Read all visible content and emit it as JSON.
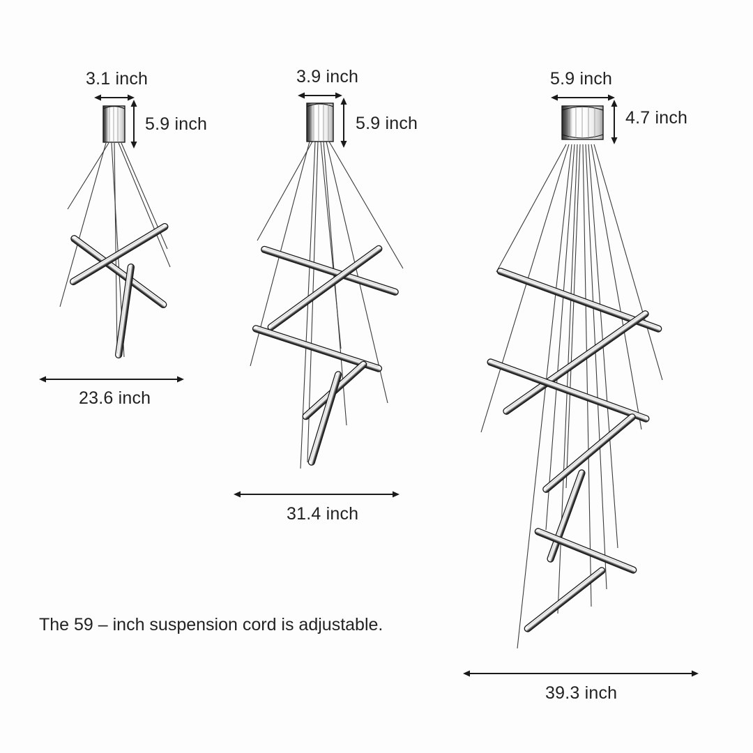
{
  "page": {
    "background_color": "#fdfdfd",
    "line_color": "#1a1a1a",
    "text_color": "#222222",
    "caption": "The 59 – inch suspension cord is adjustable."
  },
  "fixtures": [
    {
      "id": "small",
      "canopy_width_label": "3.1 inch",
      "canopy_height_label": "5.9 inch",
      "overall_width_label": "23.6 inch",
      "bar_count": 3,
      "cord_count": 6
    },
    {
      "id": "medium",
      "canopy_width_label": "3.9 inch",
      "canopy_height_label": "5.9 inch",
      "overall_width_label": "31.4 inch",
      "bar_count": 5,
      "cord_count": 8
    },
    {
      "id": "large",
      "canopy_width_label": "5.9 inch",
      "canopy_height_label": "4.7 inch",
      "overall_width_label": "39.3 inch",
      "bar_count": 7,
      "cord_count": 11
    }
  ]
}
